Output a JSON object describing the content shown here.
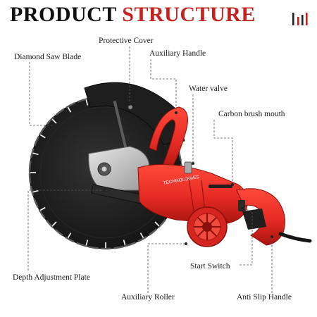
{
  "header": {
    "title_part1": "PRODUCT",
    "title_part2": "STRUCTURE"
  },
  "brand": {
    "logo_text": "TECHNOLOGIES",
    "logo_icon": "bracket-logo-icon"
  },
  "labels": {
    "protective_cover": "Protective Cover",
    "diamond_saw_blade": "Diamond Saw Blade",
    "auxiliary_handle": "Auxiliary Handle",
    "water_valve": "Water valve",
    "carbon_brush_mouth": "Carbon brush mouth",
    "depth_adjustment_plate": "Depth Adjustment Plate",
    "start_switch": "Start Switch",
    "auxiliary_roller": "Auxiliary Roller",
    "anti_slip_handle": "Anti Slip Handle"
  },
  "colors": {
    "accent_red": "#c8201e",
    "tool_red": "#e62a24",
    "blade_black": "#1c1c1c",
    "text": "#1a1a1a"
  }
}
